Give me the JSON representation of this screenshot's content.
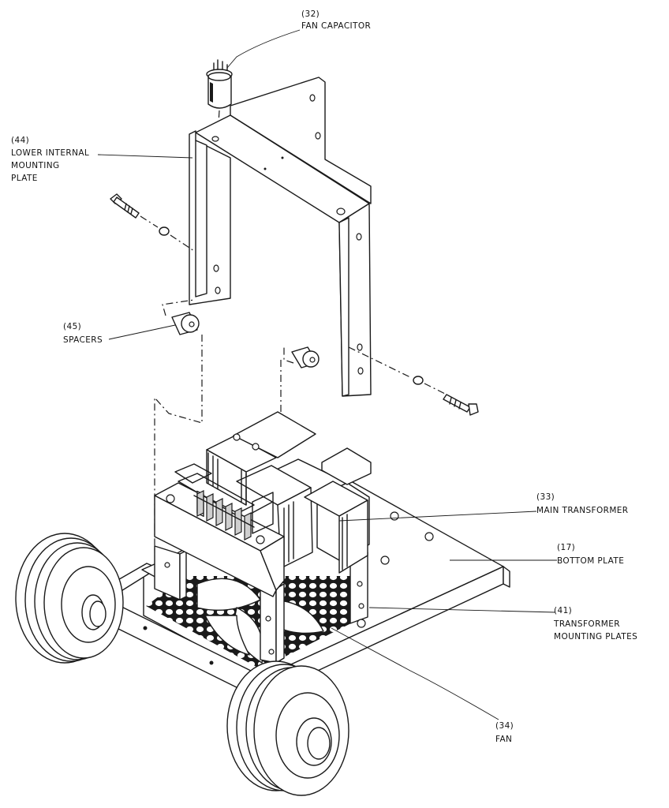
{
  "labels": {
    "fan_capacitor": {
      "number": "(32)",
      "lines": [
        "FAN CAPACITOR"
      ]
    },
    "lower_internal_mounting_plate": {
      "number": "(44)",
      "lines": [
        "LOWER INTERNAL",
        "MOUNTING",
        "PLATE"
      ]
    },
    "spacers": {
      "number": "(45)",
      "lines": [
        "SPACERS"
      ]
    },
    "main_transformer": {
      "number": "(33)",
      "lines": [
        "MAIN TRANSFORMER"
      ]
    },
    "bottom_plate": {
      "number": "(17)",
      "lines": [
        "BOTTOM PLATE"
      ]
    },
    "transformer_mounting_plates": {
      "number": "(41)",
      "lines": [
        "TRANSFORMER",
        "MOUNTING PLATES"
      ]
    },
    "fan": {
      "number": "(34)",
      "lines": [
        "FAN"
      ]
    }
  }
}
